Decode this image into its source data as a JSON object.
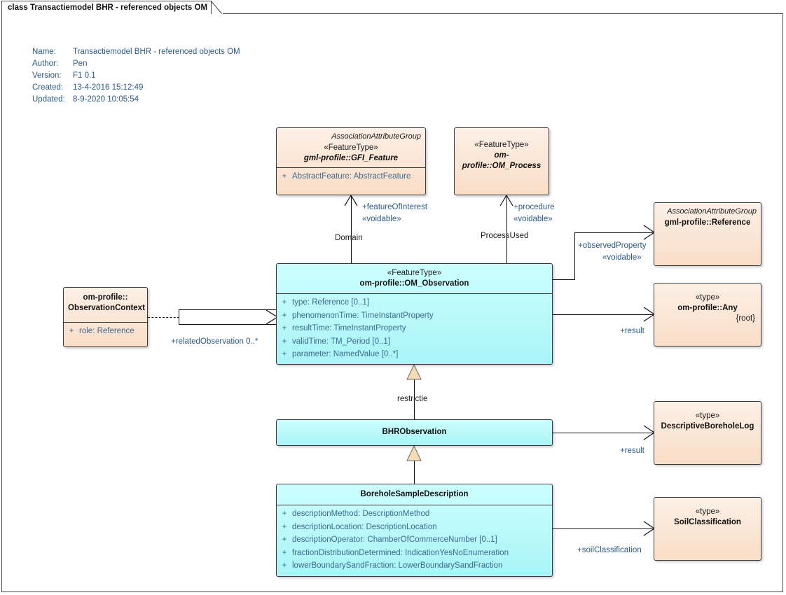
{
  "diagram": {
    "tab_title": "class Transactiemodel BHR - referenced objects OM",
    "meta": [
      {
        "key": "Name:",
        "value": "Transactiemodel BHR - referenced objects OM"
      },
      {
        "key": "Author:",
        "value": "Pen"
      },
      {
        "key": "Version:",
        "value": "F1 0.1"
      },
      {
        "key": "Created:",
        "value": "13-4-2016 15:12:49"
      },
      {
        "key": "Updated:",
        "value": "8-9-2020 10:05:54"
      }
    ],
    "colors": {
      "peach_fill": "#fbe4d2",
      "cyan_fill": "#bffbfd",
      "border": "#3a3a3a",
      "label_text": "#2d5b86",
      "attr_text": "#3d6a8e",
      "generalization_fill": "#f5dcb4"
    }
  },
  "classes": {
    "gfi_feature": {
      "assoc_attr_group": "AssociationAttributeGroup",
      "stereotype": "«FeatureType»",
      "name": "gml-profile::GFI_Feature",
      "attributes": [
        {
          "visibility": "+",
          "text": "AbstractFeature: AbstractFeature"
        }
      ]
    },
    "om_process": {
      "stereotype": "«FeatureType»",
      "name": "om-profile::OM_Process"
    },
    "reference": {
      "assoc_attr_group": "AssociationAttributeGroup",
      "name": "gml-profile::Reference"
    },
    "observation_context": {
      "name_line1": "om-profile::",
      "name_line2": "ObservationContext",
      "attributes": [
        {
          "visibility": "+",
          "text": "role: Reference"
        }
      ]
    },
    "om_observation": {
      "stereotype": "«FeatureType»",
      "name": "om-profile::OM_Observation",
      "attributes": [
        {
          "visibility": "+",
          "text": "type: Reference [0..1]"
        },
        {
          "visibility": "+",
          "text": "phenomenonTime: TimeInstantProperty"
        },
        {
          "visibility": "+",
          "text": "resultTime: TimeInstantProperty"
        },
        {
          "visibility": "+",
          "text": "validTime: TM_Period [0..1]"
        },
        {
          "visibility": "+",
          "text": "parameter: NamedValue [0..*]"
        }
      ]
    },
    "any": {
      "stereotype": "«type»",
      "name": "om-profile::Any",
      "root": "{root}"
    },
    "bhr_observation": {
      "name": "BHRObservation"
    },
    "descriptive_borehole_log": {
      "stereotype": "«type»",
      "name": "DescriptiveBoreholeLog"
    },
    "borehole_sample_description": {
      "name": "BoreholeSampleDescription",
      "attributes": [
        {
          "visibility": "+",
          "text": "descriptionMethod: DescriptionMethod"
        },
        {
          "visibility": "+",
          "text": "descriptionLocation: DescriptionLocation"
        },
        {
          "visibility": "+",
          "text": "descriptionOperator: ChamberOfCommerceNumber [0..1]"
        },
        {
          "visibility": "+",
          "text": "fractionDistributionDetermined: IndicationYesNoEnumeration"
        },
        {
          "visibility": "+",
          "text": "lowerBoundarySandFraction: LowerBoundarySandFraction"
        }
      ]
    },
    "soil_classification": {
      "stereotype": "«type»",
      "name": "SoilClassification"
    }
  },
  "connectors": {
    "feature_of_interest_role": "+featureOfInterest",
    "feature_of_interest_stereo": "«voidable»",
    "domain_label": "Domain",
    "procedure_role": "+procedure",
    "procedure_stereo": "«voidable»",
    "process_used_label": "ProcessUsed",
    "observed_property_role": "+observedProperty",
    "observed_property_stereo": "«voidable»",
    "result_role_any": "+result",
    "related_observation_role": "+relatedObservation 0..*",
    "restrictie_label": "restrictie",
    "result_role_log": "+result",
    "soil_classification_role": "+soilClassification"
  }
}
